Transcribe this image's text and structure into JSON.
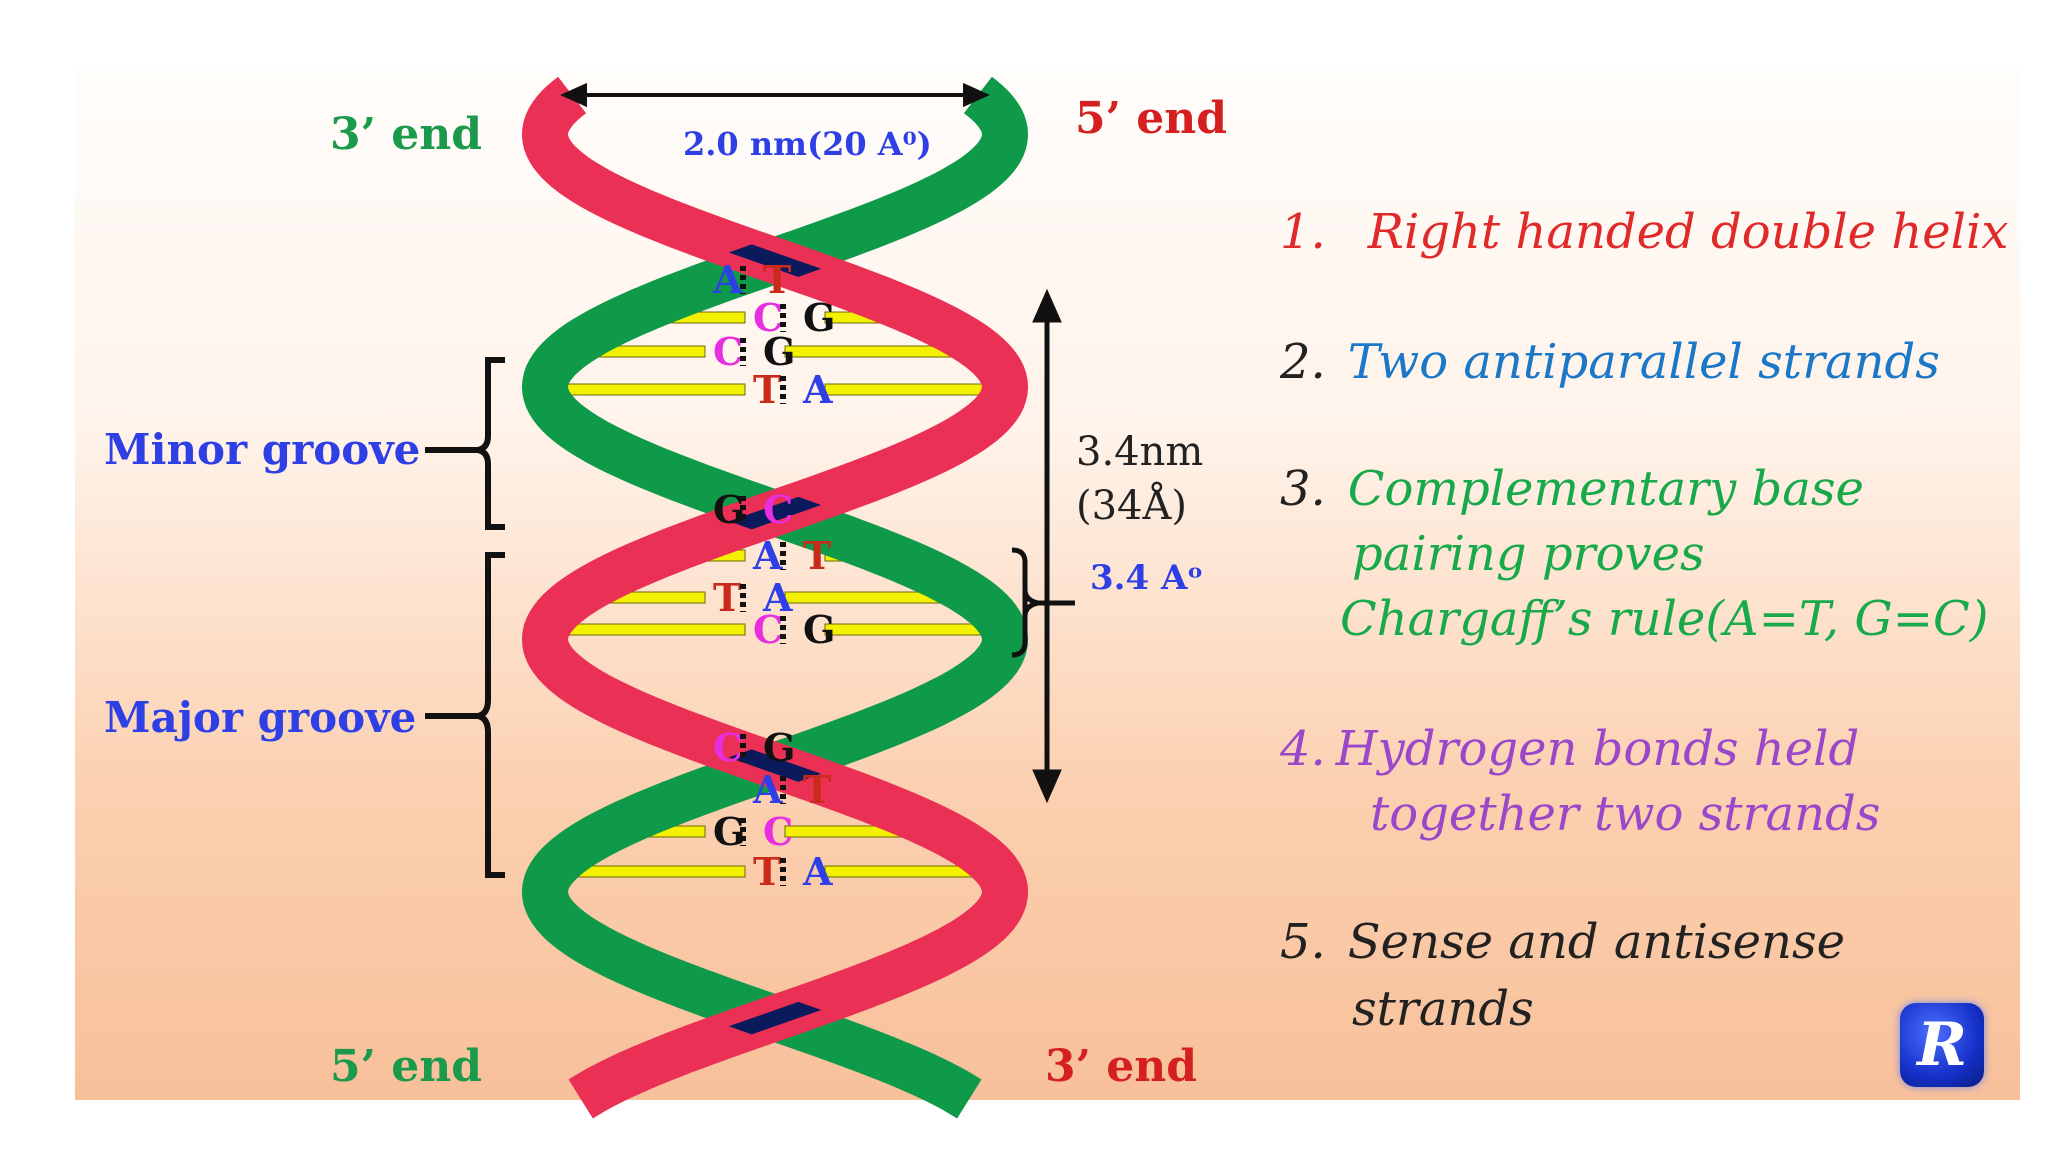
{
  "helix": {
    "top_left_end": "3’ end",
    "top_right_end": "5’ end",
    "bottom_left_end": "5’ end",
    "bottom_right_end": "3’ end",
    "width_label": "2.0 nm(20 A⁰)",
    "pitch_label_1": "3.4nm",
    "pitch_label_2": "(34Å)",
    "rise_label": "3.4 Aᵒ",
    "minor_groove": "Minor groove",
    "major_groove": "Major groove",
    "colors": {
      "strand_a": "#eb3056",
      "strand_b": "#0f9a4a",
      "overlap": "#0a1a5c",
      "rung": "#f3f000",
      "A": "#2f3fe6",
      "T": "#c92a1a",
      "G": "#111111",
      "C": "#e72ee0"
    },
    "pairs": [
      {
        "left": "A",
        "right": "T"
      },
      {
        "left": "C",
        "right": "G"
      },
      {
        "left": "C",
        "right": "G"
      },
      {
        "left": "T",
        "right": "A"
      },
      {
        "left": "G",
        "right": "C"
      },
      {
        "left": "A",
        "right": "T"
      },
      {
        "left": "T",
        "right": "A"
      },
      {
        "left": "C",
        "right": "G"
      },
      {
        "left": "C",
        "right": "G"
      },
      {
        "left": "A",
        "right": "T"
      },
      {
        "left": "G",
        "right": "C"
      },
      {
        "left": "T",
        "right": "A"
      }
    ]
  },
  "properties": [
    {
      "num": "1.",
      "text": "Right handed double helix",
      "color": "#e02a2a"
    },
    {
      "num": "2.",
      "text": "Two antiparallel  strands",
      "color": "#1b78c8"
    },
    {
      "num": "3.",
      "line1": "Complementary base",
      "line2": "pairing proves",
      "line3": "Chargaff’s rule(A=T, G=C)",
      "color": "#17a94a"
    },
    {
      "num": "4.",
      "line1": "Hydrogen bonds held",
      "line2": "together two strands",
      "color": "#9a47c9"
    },
    {
      "num": "5.",
      "line1": "Sense  and antisense",
      "line2": "strands",
      "color": "#222222"
    }
  ],
  "logo": "R"
}
